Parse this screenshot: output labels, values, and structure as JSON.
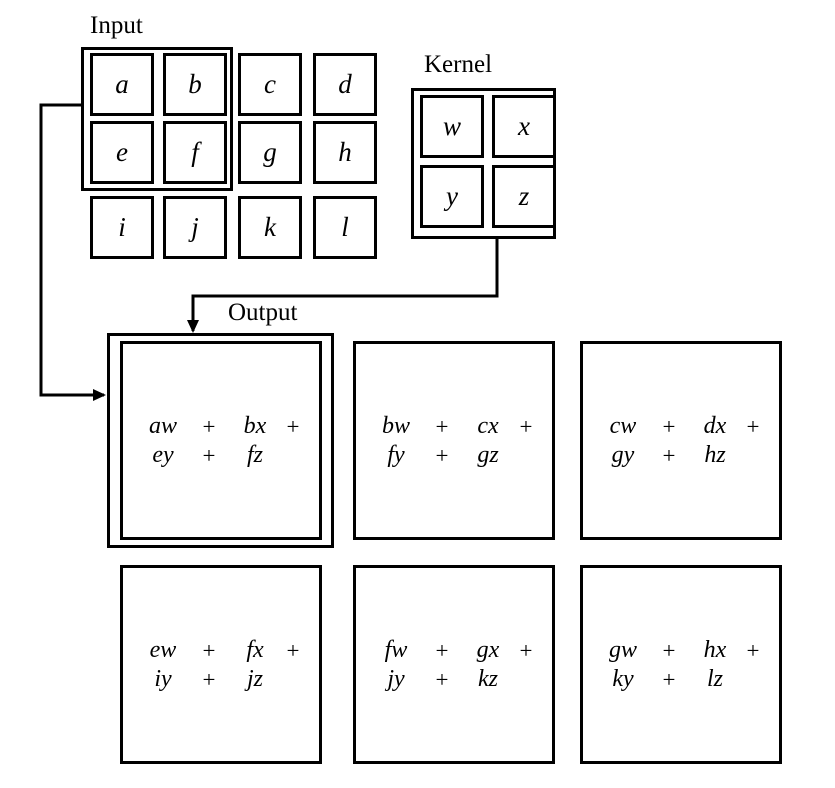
{
  "labels": {
    "input": "Input",
    "kernel": "Kernel",
    "output": "Output"
  },
  "input_grid": {
    "rows": 3,
    "cols": 4,
    "cells": [
      [
        "a",
        "b",
        "c",
        "d"
      ],
      [
        "e",
        "f",
        "g",
        "h"
      ],
      [
        "i",
        "j",
        "k",
        "l"
      ]
    ],
    "highlight": {
      "description": "2x2 receptive field over top-left corner",
      "cells": [
        "a",
        "b",
        "e",
        "f"
      ]
    }
  },
  "kernel_grid": {
    "rows": 2,
    "cols": 2,
    "cells": [
      [
        "w",
        "x"
      ],
      [
        "y",
        "z"
      ]
    ],
    "highlighted": true
  },
  "output_grid": {
    "rows": 2,
    "cols": 3,
    "cells": [
      [
        {
          "terms": [
            "aw",
            "bx",
            "ey",
            "fz"
          ],
          "ops": [
            "+",
            "+",
            "+"
          ],
          "highlighted": true
        },
        {
          "terms": [
            "bw",
            "cx",
            "fy",
            "gz"
          ],
          "ops": [
            "+",
            "+",
            "+"
          ],
          "highlighted": false
        },
        {
          "terms": [
            "cw",
            "dx",
            "gy",
            "hz"
          ],
          "ops": [
            "+",
            "+",
            "+"
          ],
          "highlighted": false
        }
      ],
      [
        {
          "terms": [
            "ew",
            "fx",
            "iy",
            "jz"
          ],
          "ops": [
            "+",
            "+",
            "+"
          ],
          "highlighted": false
        },
        {
          "terms": [
            "fw",
            "gx",
            "jy",
            "kz"
          ],
          "ops": [
            "+",
            "+",
            "+"
          ],
          "highlighted": false
        },
        {
          "terms": [
            "gw",
            "hx",
            "ky",
            "lz"
          ],
          "ops": [
            "+",
            "+",
            "+"
          ],
          "highlighted": false
        }
      ]
    ]
  },
  "connectors": [
    {
      "name": "input-to-output",
      "from": "input-highlight",
      "to": "output-cell-0-0",
      "arrow": "right"
    },
    {
      "name": "kernel-to-output",
      "from": "kernel-highlight",
      "to": "output-cell-0-0",
      "arrow": "down"
    }
  ],
  "colors": {
    "stroke": "#000000",
    "background": "#ffffff"
  }
}
